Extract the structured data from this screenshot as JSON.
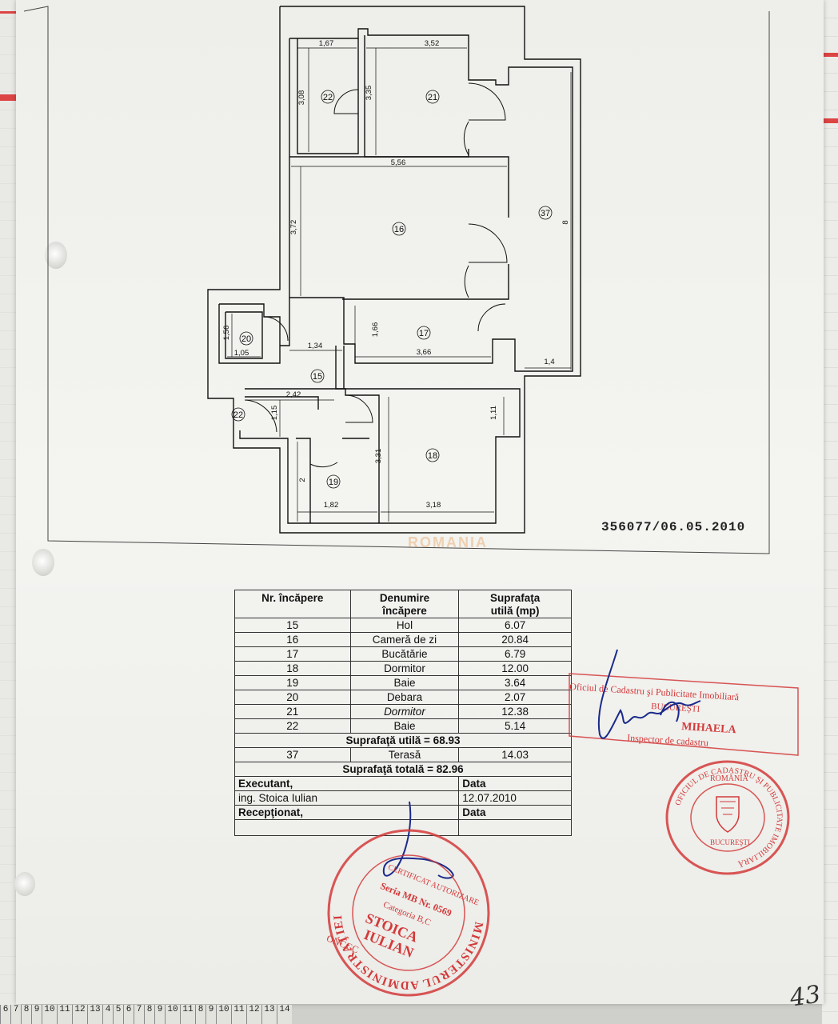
{
  "plan": {
    "reference_code": "356077/06.05.2010",
    "watermark": "ROMANIA",
    "rooms": [
      {
        "id": "room-22-top",
        "label": "22"
      },
      {
        "id": "room-21",
        "label": "21"
      },
      {
        "id": "room-16",
        "label": "16"
      },
      {
        "id": "room-37",
        "label": "37"
      },
      {
        "id": "room-20",
        "label": "20"
      },
      {
        "id": "room-17",
        "label": "17"
      },
      {
        "id": "room-15",
        "label": "15"
      },
      {
        "id": "room-22-left",
        "label": "22"
      },
      {
        "id": "room-19",
        "label": "19"
      },
      {
        "id": "room-18",
        "label": "18"
      }
    ],
    "dimensions": [
      "1,67",
      "3,52",
      "3,08",
      "3,35",
      "5,56",
      "3,72",
      "8",
      "1,56",
      "1,05",
      "1,34",
      "1,66",
      "3,66",
      "1,4",
      "2,42",
      "1,15",
      "1,11",
      "3,31",
      "2",
      "1,82",
      "3,18"
    ]
  },
  "table": {
    "headers": [
      "Nr. încăpere",
      "Denumire\nîncăpere",
      "Suprafaţa\nutilă (mp)"
    ],
    "rows": [
      {
        "nr": "15",
        "name": "Hol",
        "area": "6.07"
      },
      {
        "nr": "16",
        "name": "Cameră de zi",
        "area": "20.84"
      },
      {
        "nr": "17",
        "name": "Bucătărie",
        "area": "6.79"
      },
      {
        "nr": "18",
        "name": "Dormitor",
        "area": "12.00"
      },
      {
        "nr": "19",
        "name": "Baie",
        "area": "3.64"
      },
      {
        "nr": "20",
        "name": "Debara",
        "area": "2.07"
      },
      {
        "nr": "21",
        "name": "Dormitor",
        "area": "12.38"
      },
      {
        "nr": "22",
        "name": "Baie",
        "area": "5.14"
      }
    ],
    "useful_total": "Suprafaţă utilă = 68.93",
    "terrace": {
      "nr": "37",
      "name": "Terasă",
      "area": "14.03"
    },
    "grand_total": "Suprafaţă totală = 82.96",
    "executant_label": "Executant,",
    "executant_name": "ing. Stoica Iulian",
    "data_label_1": "Data",
    "data_value_1": "12.07.2010",
    "receptionat_label": "Recepţionat,",
    "data_label_2": "Data"
  },
  "stamps": {
    "ocpi_line1": "Oficiul de Cadastru şi Publicitate Imobiliară",
    "ocpi_line2": "BUCUREŞTI",
    "ocpi_line3": "MIHAELA",
    "ocpi_line4": "Inspector de cadastru",
    "round_right_outer": "OFICIUL DE CADASTRU ŞI PUBLICITATE IMOBILIARĂ",
    "round_right_top": "ROMÂNIA",
    "round_right_city": "BUCUREŞTI",
    "round_left_outer": "MINISTERUL ADMINISTRAŢIEI PUBLICE",
    "round_left_inner": "CERTIFICAT AUTORIZARE",
    "round_left_serie": "Seria MB Nr. 0569",
    "round_left_cat": "Categoria B,C",
    "round_left_name1": "STOICA",
    "round_left_name2": "IULIAN",
    "round_left_bottom": "ONCGC",
    "stamp_color": "#d23a3a"
  },
  "footer": {
    "page_number": "43",
    "ruler_digits": [
      "6",
      "7",
      "8",
      "9",
      "10",
      "11",
      "12",
      "13",
      "4",
      "5",
      "6",
      "7",
      "8",
      "9",
      "10",
      "11",
      "8",
      "9",
      "10",
      "11",
      "12",
      "13",
      "14"
    ]
  }
}
